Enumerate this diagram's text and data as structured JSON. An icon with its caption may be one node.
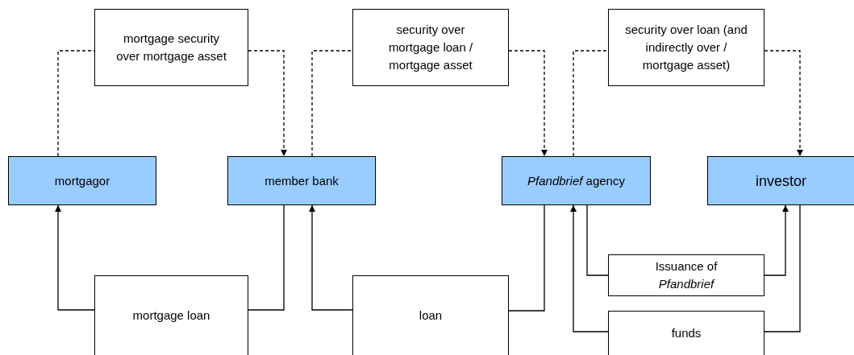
{
  "diagram": {
    "nodes": [
      {
        "text": [
          "mortgage security over mortgage asset"
        ]
      },
      {
        "text": [
          "security over mortgage loan / mortgage asset"
        ]
      },
      {
        "text": [
          "security over loan (and indirectly over / mortgage asset)"
        ]
      },
      {
        "text": [
          "mortgagor"
        ]
      },
      {
        "text": [
          "member bank"
        ]
      },
      {
        "text": [
          "*Pfandbrief* agency"
        ]
      },
      {
        "text": [
          "investor"
        ]
      },
      {
        "text": [
          "mortgage loan"
        ]
      },
      {
        "text": [
          "loan"
        ]
      },
      {
        "text": [
          "Issuance of *Pfandbrief*"
        ]
      },
      {
        "text": [
          "funds"
        ]
      }
    ],
    "edges": [
      {
        "from": 3,
        "to": 0,
        "arrow": "none",
        "style": "dashed"
      },
      {
        "from": 0,
        "to": 4,
        "arrow": "to",
        "style": "dashed"
      },
      {
        "from": 4,
        "to": 1,
        "arrow": "none",
        "style": "dashed"
      },
      {
        "from": 1,
        "to": 5,
        "arrow": "to",
        "style": "dashed"
      },
      {
        "from": 5,
        "to": 2,
        "arrow": "none",
        "style": "dashed"
      },
      {
        "from": 2,
        "to": 6,
        "arrow": "to",
        "style": "dashed"
      },
      {
        "from": 7,
        "to": 3,
        "arrow": "to"
      },
      {
        "from": 4,
        "to": 7,
        "arrow": "none"
      },
      {
        "from": 8,
        "to": 4,
        "arrow": "to"
      },
      {
        "from": 5,
        "to": 8,
        "arrow": "none"
      },
      {
        "from": 5,
        "to": 9,
        "arrow": "none"
      },
      {
        "from": 9,
        "to": 6,
        "arrow": "to"
      },
      {
        "from": 6,
        "to": 10,
        "arrow": "none"
      },
      {
        "from": 10,
        "to": 5,
        "arrow": "to"
      }
    ]
  }
}
